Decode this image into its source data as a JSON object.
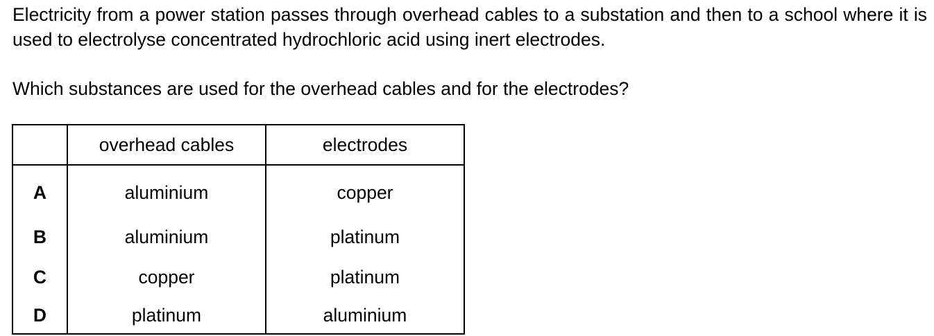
{
  "intro": "Electricity from a power station passes through overhead cables to a substation and then to a school where it is used to electrolyse concentrated hydrochloric acid using inert electrodes.",
  "question": "Which substances are used for the overhead cables and for the electrodes?",
  "table": {
    "headers": [
      "",
      "overhead cables",
      "electrodes"
    ],
    "rows": [
      {
        "letter": "A",
        "cables": "aluminium",
        "electrodes": "copper"
      },
      {
        "letter": "B",
        "cables": "aluminium",
        "electrodes": "platinum"
      },
      {
        "letter": "C",
        "cables": "copper",
        "electrodes": "platinum"
      },
      {
        "letter": "D",
        "cables": "platinum",
        "electrodes": "aluminium"
      }
    ]
  }
}
